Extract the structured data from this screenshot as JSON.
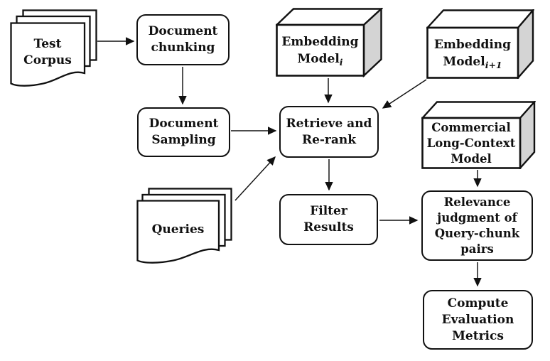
{
  "colors": {
    "line": "#111111",
    "node_fill": "#ffffff",
    "cuboid_side_shade": "#d4d4d4",
    "background": "#ffffff"
  },
  "nodes": {
    "test_corpus": {
      "type": "document-stack",
      "line1": "Test",
      "line2": "Corpus"
    },
    "document_chunking": {
      "type": "process",
      "line1": "Document",
      "line2": "chunking"
    },
    "document_sampling": {
      "type": "process",
      "line1": "Document",
      "line2": "Sampling"
    },
    "queries": {
      "type": "document-stack",
      "line1": "Queries"
    },
    "embedding_model_i": {
      "type": "model-cuboid",
      "line1": "Embedding",
      "line2": "Model",
      "sub": "i"
    },
    "embedding_model_i_plus_1": {
      "type": "model-cuboid",
      "line1": "Embedding",
      "line2": "Model",
      "sub": "i+1"
    },
    "commercial_long_context_model": {
      "type": "model-cuboid",
      "line1": "Commercial",
      "line2": "Long-Context",
      "line3": "Model"
    },
    "retrieve_and_rerank": {
      "type": "process",
      "line1": "Retrieve and",
      "line2": "Re-rank"
    },
    "filter_results": {
      "type": "process",
      "line1": "Filter",
      "line2": "Results"
    },
    "relevance_judgment": {
      "type": "process",
      "line1": "Relevance",
      "line2": "judgment of",
      "line3": "Query-chunk",
      "line4": "pairs"
    },
    "compute_evaluation_metrics": {
      "type": "process",
      "line1": "Compute",
      "line2": "Evaluation",
      "line3": "Metrics"
    }
  },
  "edges": [
    {
      "from": "test_corpus",
      "to": "document_chunking"
    },
    {
      "from": "document_chunking",
      "to": "document_sampling"
    },
    {
      "from": "document_sampling",
      "to": "retrieve_and_rerank"
    },
    {
      "from": "queries",
      "to": "retrieve_and_rerank"
    },
    {
      "from": "embedding_model_i",
      "to": "retrieve_and_rerank"
    },
    {
      "from": "embedding_model_i_plus_1",
      "to": "retrieve_and_rerank"
    },
    {
      "from": "retrieve_and_rerank",
      "to": "filter_results"
    },
    {
      "from": "filter_results",
      "to": "relevance_judgment"
    },
    {
      "from": "commercial_long_context_model",
      "to": "relevance_judgment"
    },
    {
      "from": "relevance_judgment",
      "to": "compute_evaluation_metrics"
    }
  ]
}
